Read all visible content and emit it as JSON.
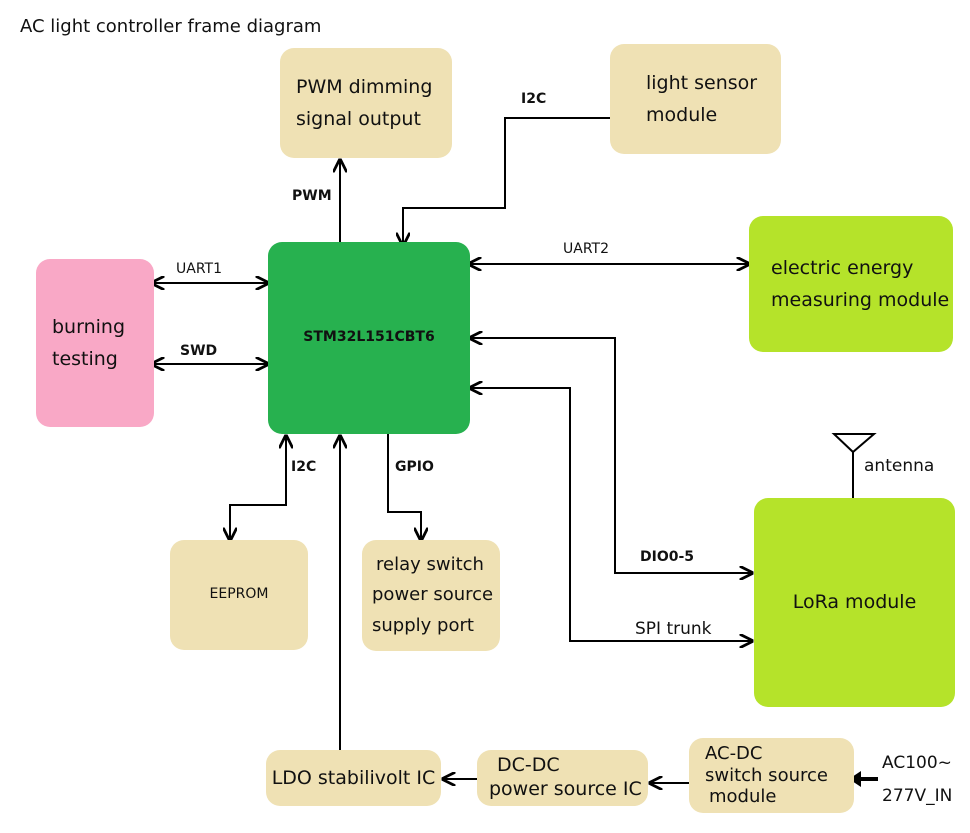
{
  "title": "AC light controller frame diagram",
  "blocks": {
    "pwm": [
      "PWM dimming",
      "signal output"
    ],
    "sensor": [
      "light sensor",
      "module"
    ],
    "energy": [
      "electric energy",
      "measuring module"
    ],
    "burning": [
      "burning",
      "testing"
    ],
    "mcu": "STM32L151CBT6",
    "eeprom": "EEPROM",
    "relay": [
      "relay switch",
      "power source",
      "supply port"
    ],
    "lora": "LoRa module",
    "ldo": "LDO stabilivolt IC",
    "dcdc": [
      "DC-DC",
      "power source IC"
    ],
    "acdc": [
      "AC-DC",
      "switch source",
      "module"
    ]
  },
  "labels": {
    "pwm": "PWM",
    "i2c_top": "I2C",
    "uart2": "UART2",
    "uart1": "UART1",
    "swd": "SWD",
    "i2c_bottom": "I2C",
    "gpio": "GPIO",
    "dio": "DIO0-5",
    "spi": "SPI trunk",
    "antenna": "antenna",
    "ac_in": [
      "AC100~",
      "277V_IN"
    ]
  },
  "colors": {
    "mcu": "#27b14f",
    "module_tan": "#efe1b4",
    "module_lime": "#b5e32a",
    "burning": "#f9a8c6"
  }
}
